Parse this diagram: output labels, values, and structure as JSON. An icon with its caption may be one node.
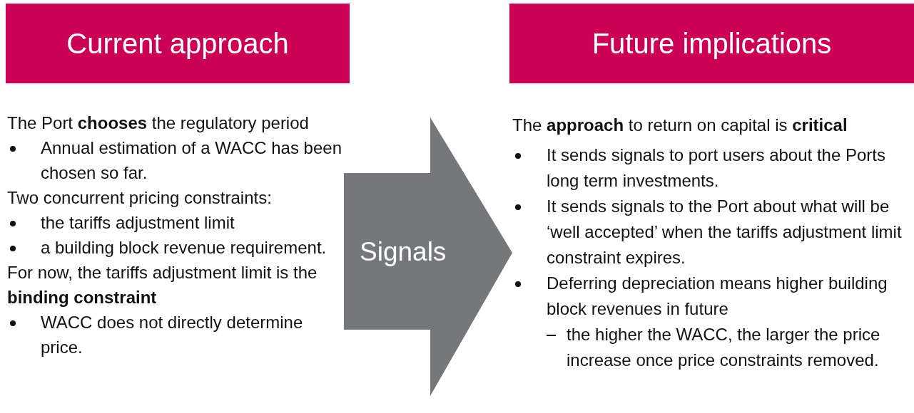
{
  "diagram": {
    "nodes": [
      {
        "text": [
          "Current approach"
        ]
      },
      {
        "text": [
          "Future implications"
        ]
      },
      {
        "text": [
          "Signals"
        ]
      }
    ],
    "labels": [
      "The Port **chooses** the regulatory period",
      "Annual estimation of a WACC has been chosen so far.",
      "Two concurrent pricing constraints:",
      "the tariffs adjustment limit",
      "a building block revenue requirement.",
      "For now, the tariffs adjustment limit is the **binding constraint**",
      "WACC does not directly determine price.",
      "The **approach** to return on capital is **critical**",
      "It sends signals to port users about the Ports long term investments.",
      "It sends signals to the Port about what will be ‘well accepted’ when the tariffs adjustment limit constraint expires.",
      "Deferring depreciation means higher building block revenues in future",
      "the higher the WACC, the larger the price increase once price constraints removed."
    ]
  }
}
